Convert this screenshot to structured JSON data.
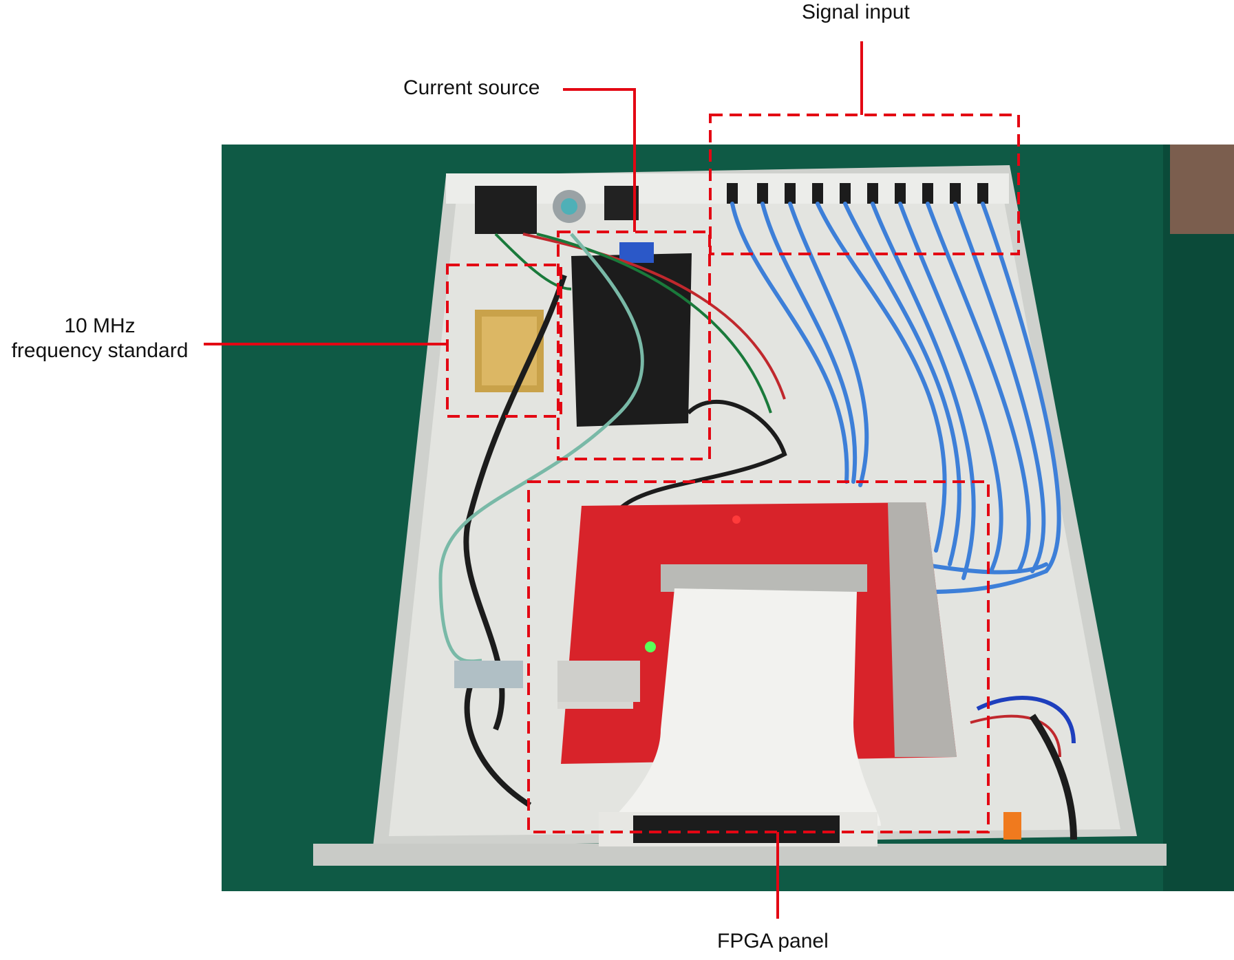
{
  "annotations": {
    "signal_input": "Signal input",
    "current_source": "Current source",
    "freq_standard_line1": "10 MHz",
    "freq_standard_line2": "frequency standard",
    "fpga_panel": "FPGA panel"
  },
  "colors": {
    "annotation_red": "#e30613",
    "table_green": "#0f5a45",
    "chassis_gray": "#d9dad6",
    "fpga_red": "#d8232a",
    "cable_blue": "#3d7fd8"
  }
}
